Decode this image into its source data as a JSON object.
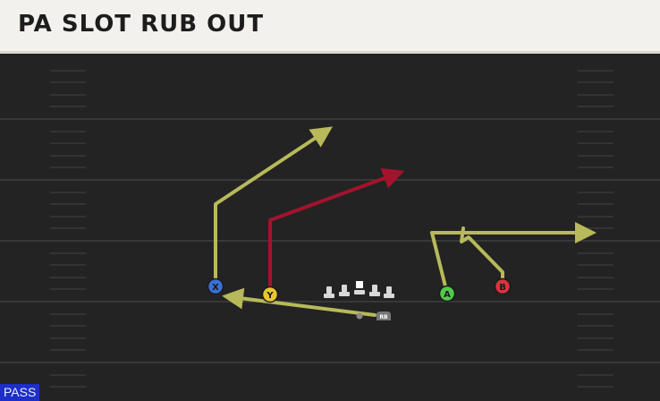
{
  "play": {
    "title": "PA SLOT RUB OUT",
    "mode": "PASS"
  },
  "players": {
    "x_label": "X",
    "y_label": "Y",
    "a_label": "A",
    "b_label": "B",
    "rb_label": "RB"
  },
  "colors": {
    "field": "#232323",
    "yard_line": "#3a3a3a",
    "route_yellow": "#b8b95a",
    "route_red": "#a3132e",
    "x_circle": "#3b6fd6",
    "y_circle": "#e8c72e",
    "a_circle": "#53c94a",
    "b_circle": "#d8333f",
    "lineman": "#d9d9d9",
    "mode_badge": "#1e2ec8"
  },
  "icons": {
    "linemen": "lineman-icon",
    "center": "center-icon",
    "runningback": "rb-icon",
    "quarterback": "qb-dot-icon"
  }
}
